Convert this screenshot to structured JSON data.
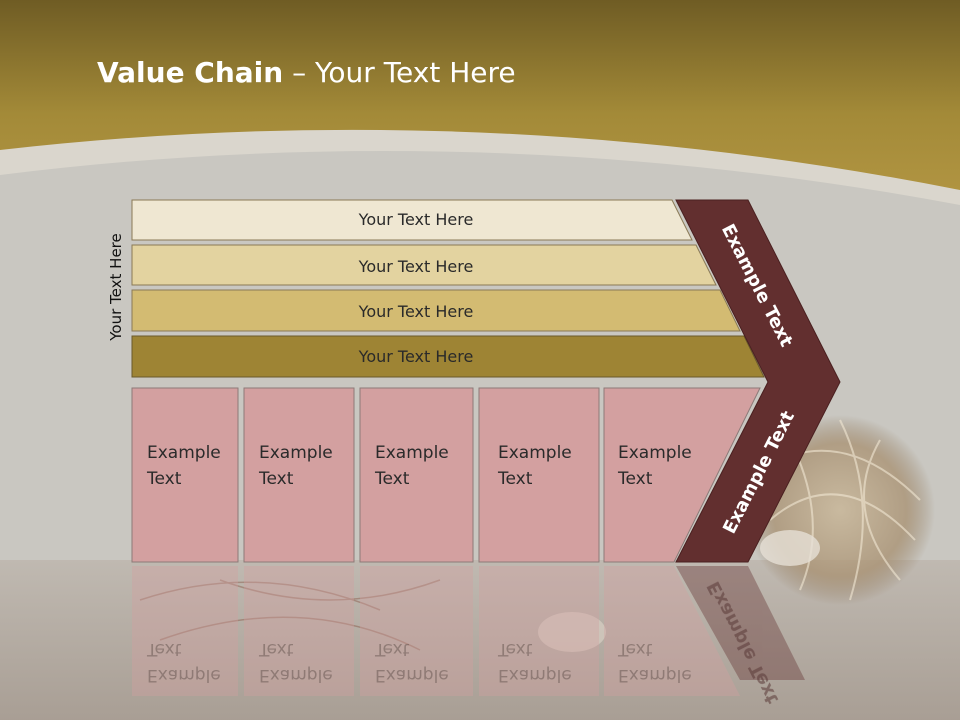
{
  "slide": {
    "title_bold": "Value Chain",
    "title_rest": " – Your Text Here",
    "side_label": "Your Text Here"
  },
  "rows": [
    {
      "label": "Your Text Here",
      "color": "#efe7d2"
    },
    {
      "label": "Your Text Here",
      "color": "#e3d3a0"
    },
    {
      "label": "Your Text Here",
      "color": "#d3bb72"
    },
    {
      "label": "Your Text Here",
      "color": "#9e8434"
    }
  ],
  "columns": [
    {
      "line1": "Example",
      "line2": "Text"
    },
    {
      "line1": "Example",
      "line2": "Text"
    },
    {
      "line1": "Example",
      "line2": "Text"
    },
    {
      "line1": "Example",
      "line2": "Text"
    },
    {
      "line1": "Example",
      "line2": "Text"
    }
  ],
  "chevron": {
    "upper_label": "Example Text",
    "lower_label": "Example Text",
    "color": "#622f2f"
  },
  "colors": {
    "header_gold": "#a88f3a",
    "column_pink": "#d3a0a0",
    "background": "#cbc9c4"
  }
}
